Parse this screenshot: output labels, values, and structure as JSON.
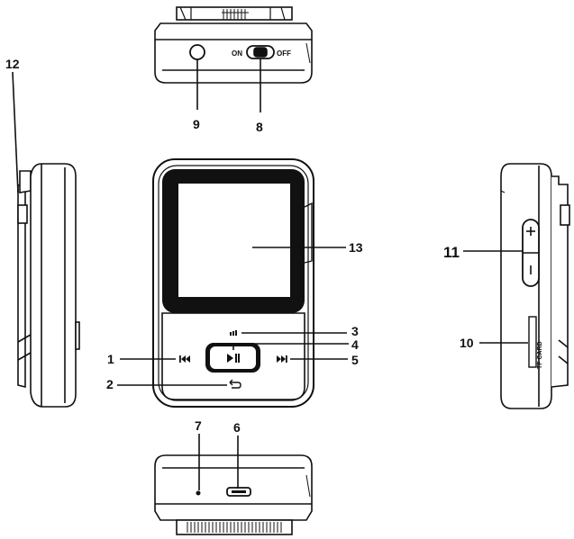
{
  "diagram": {
    "callouts": [
      {
        "id": "1",
        "label": "1"
      },
      {
        "id": "2",
        "label": "2"
      },
      {
        "id": "3",
        "label": "3"
      },
      {
        "id": "4",
        "label": "4"
      },
      {
        "id": "5",
        "label": "5"
      },
      {
        "id": "6",
        "label": "6"
      },
      {
        "id": "7",
        "label": "7"
      },
      {
        "id": "8",
        "label": "8"
      },
      {
        "id": "9",
        "label": "9"
      },
      {
        "id": "10",
        "label": "10"
      },
      {
        "id": "11",
        "label": "11"
      },
      {
        "id": "12",
        "label": "12"
      },
      {
        "id": "13",
        "label": "13"
      }
    ],
    "switch_labels": {
      "on": "ON",
      "off": "OFF"
    },
    "card_slot_label": "TF CARD",
    "icons": {
      "prev": "skip-previous-icon",
      "next": "skip-next-icon",
      "play": "play-pause-icon",
      "back": "back-arrow-icon",
      "menu": "menu-icon"
    }
  }
}
